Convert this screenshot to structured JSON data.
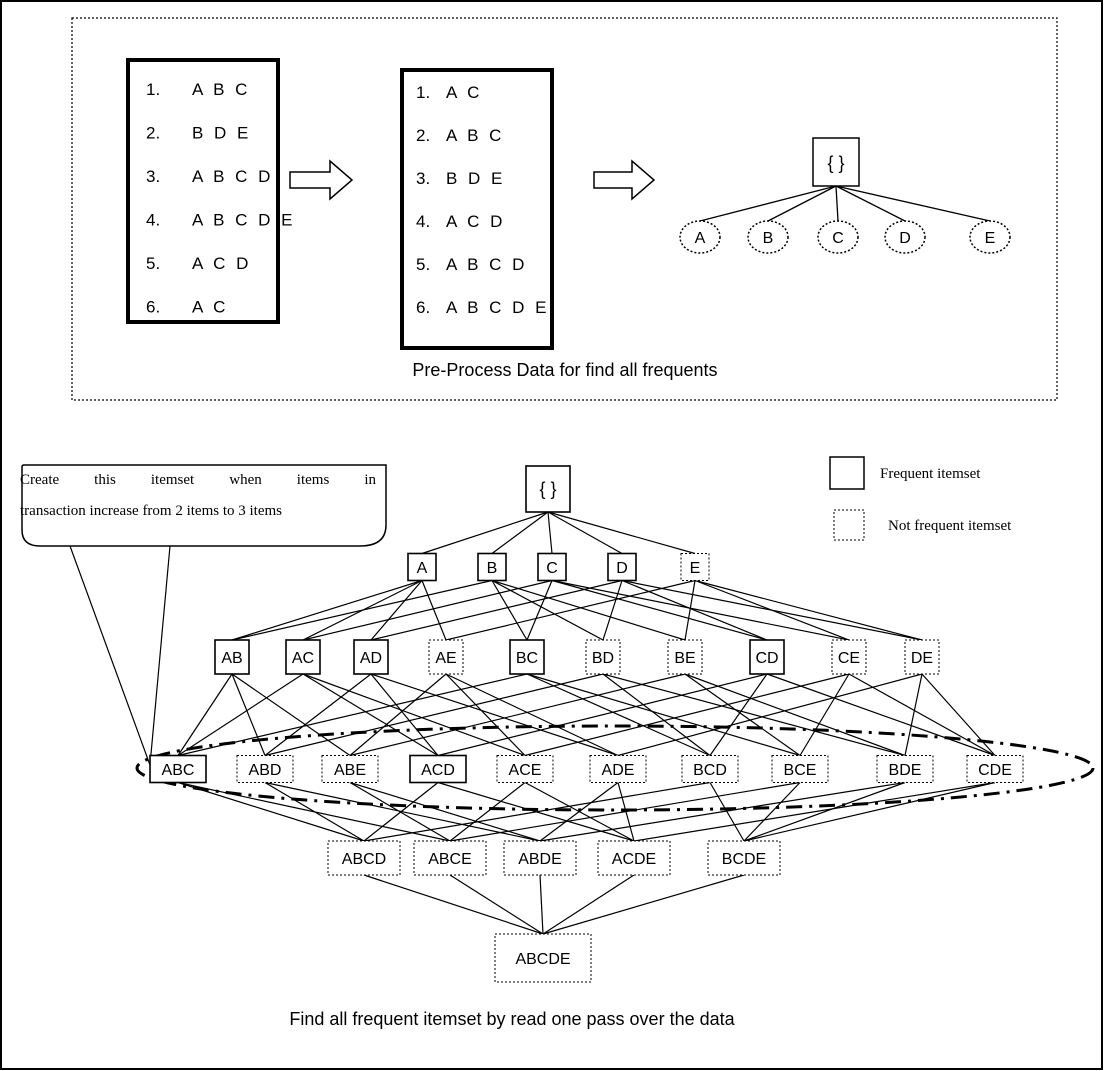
{
  "preprocess": {
    "original_list": [
      "1.",
      "A B C",
      "2.",
      "B D E",
      "3.",
      "A B C D",
      "4.",
      "A B C D E",
      "5.",
      "A C D",
      "6.",
      "A C"
    ],
    "sorted_list": [
      "1.",
      "A C",
      "2.",
      "A B C",
      "3.",
      "B D E",
      "4.",
      "A C D",
      "5.",
      "A B C D",
      "6.",
      "A B C D E"
    ],
    "tree_root": "{ }",
    "tree_children": [
      "A",
      "B",
      "C",
      "D",
      "E"
    ],
    "caption": "Pre-Process Data for find all frequents"
  },
  "lattice": {
    "root": "{ }",
    "level1": [
      "A",
      "B",
      "C",
      "D",
      "E"
    ],
    "level2": [
      "AB",
      "AC",
      "AD",
      "AE",
      "BC",
      "BD",
      "BE",
      "CD",
      "CE",
      "DE"
    ],
    "level3": [
      "ABC",
      "ABD",
      "ABE",
      "ACD",
      "ACE",
      "ADE",
      "BCD",
      "BCE",
      "BDE",
      "CDE"
    ],
    "level4": [
      "ABCD",
      "ABCE",
      "ABDE",
      "ACDE",
      "BCDE"
    ],
    "level5": [
      "ABCDE"
    ],
    "frequent": [
      "A",
      "B",
      "C",
      "D",
      "AB",
      "AC",
      "AD",
      "BC",
      "CD",
      "ABC",
      "ACD"
    ],
    "caption": "Find all frequent itemset by read one pass over the data"
  },
  "legend": {
    "frequent": "Frequent itemset",
    "not_frequent": "Not frequent itemset"
  },
  "callout": {
    "line1": "Create this itemset when items in",
    "line2": "transaction increase from 2 items to 3 items"
  }
}
